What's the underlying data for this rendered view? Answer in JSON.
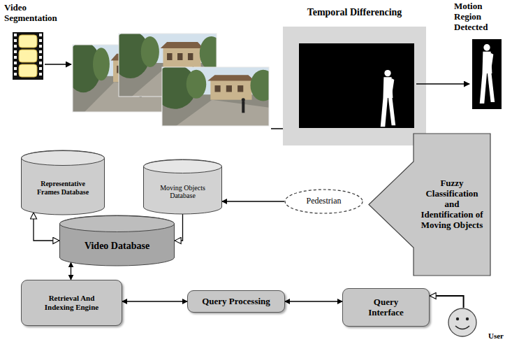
{
  "diagram": {
    "nodes": [
      {
        "text": [
          "Representative Frames Database"
        ]
      },
      {
        "text": [
          "Moving Objects Database"
        ]
      },
      {
        "text": [
          "Pedestrian"
        ]
      },
      {
        "text": [
          "Fuzzy Classification and Identification of Moving Objects"
        ]
      },
      {
        "text": [
          "Video Database"
        ]
      },
      {
        "text": [
          "Retrieval And Indexing Engine"
        ]
      },
      {
        "text": [
          "Query Processing"
        ]
      },
      {
        "text": [
          "Query Interface"
        ]
      },
      {
        "text": [
          "User"
        ]
      }
    ],
    "edges": [
      {
        "from": 2,
        "to": 1,
        "arrow": "to"
      },
      {
        "from": 1,
        "to": 4,
        "arrow": "to"
      },
      {
        "from": 0,
        "to": 4,
        "arrow": "both"
      },
      {
        "from": 4,
        "to": 5,
        "arrow": "both"
      },
      {
        "from": 5,
        "to": 6,
        "arrow": "both"
      },
      {
        "from": 6,
        "to": 7,
        "arrow": "both"
      },
      {
        "from": 8,
        "to": 7,
        "arrow": "to"
      }
    ],
    "labels": [
      "Video Segmentation",
      "Temporal Differencing",
      "Motion Region Detected"
    ]
  }
}
